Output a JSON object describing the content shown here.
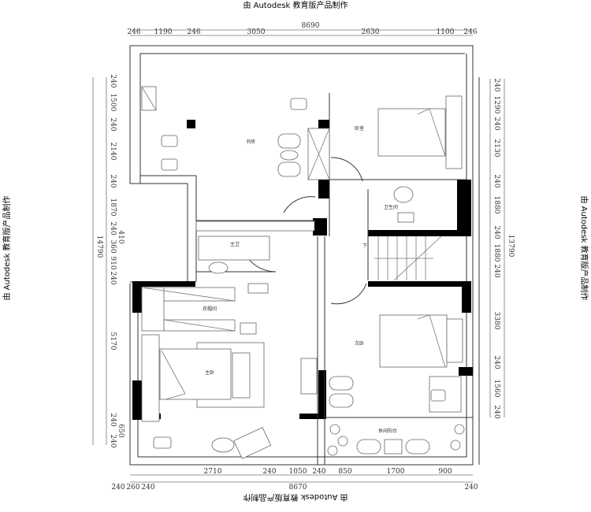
{
  "watermark": "由 Autodesk 教育版产品制作",
  "dimensions": {
    "top_total": "8690",
    "top_segments": [
      "246",
      "1190",
      "246",
      "3050",
      "2630",
      "1100",
      "246"
    ],
    "bottom_segments": [
      "2710",
      "240",
      "1050",
      "240",
      "850",
      "1700",
      "900"
    ],
    "bottom_small": [
      "240",
      "260",
      "240"
    ],
    "bottom_total": "8670",
    "bottom_right": "240",
    "left_total": "14790",
    "left_segments": [
      "240",
      "1500",
      "240",
      "2140",
      "240",
      "1870",
      "240",
      "410",
      "360",
      "910",
      "240",
      "5170",
      "240",
      "650",
      "240"
    ],
    "right_total": "13790",
    "right_segments": [
      "240",
      "1290",
      "240",
      "2130",
      "240",
      "1880",
      "240",
      "1880",
      "240",
      "3380",
      "240",
      "1560",
      "240"
    ]
  },
  "rooms": {
    "study": "书房",
    "bedroom_upper": "卧室",
    "bath_middle": "主卫",
    "bath_upper": "卫生间",
    "cloakroom": "衣帽间",
    "master_bedroom": "主卧",
    "second_bedroom": "次卧",
    "balcony": "休闲阳台",
    "stair_down": "下"
  }
}
